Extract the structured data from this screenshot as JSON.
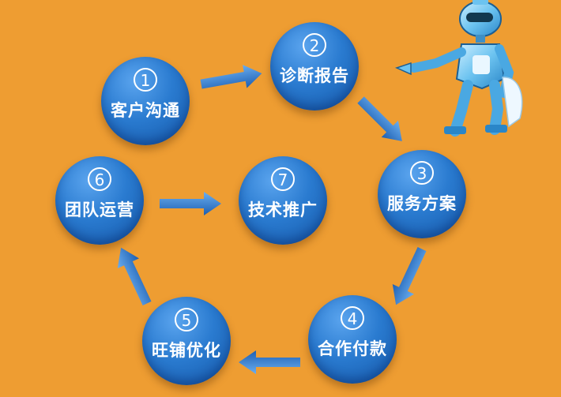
{
  "nodes": [
    {
      "num": "1",
      "label": "客户沟通"
    },
    {
      "num": "2",
      "label": "诊断报告"
    },
    {
      "num": "3",
      "label": "服务方案"
    },
    {
      "num": "4",
      "label": "合作付款"
    },
    {
      "num": "5",
      "label": "旺铺优化"
    },
    {
      "num": "6",
      "label": "团队运营"
    },
    {
      "num": "7",
      "label": "技术推广"
    }
  ],
  "colors": {
    "background": "#ee9d32",
    "node": "#2a7bd0",
    "arrow": "#2a72c8"
  },
  "icons": {
    "robot": "robot-icon"
  }
}
